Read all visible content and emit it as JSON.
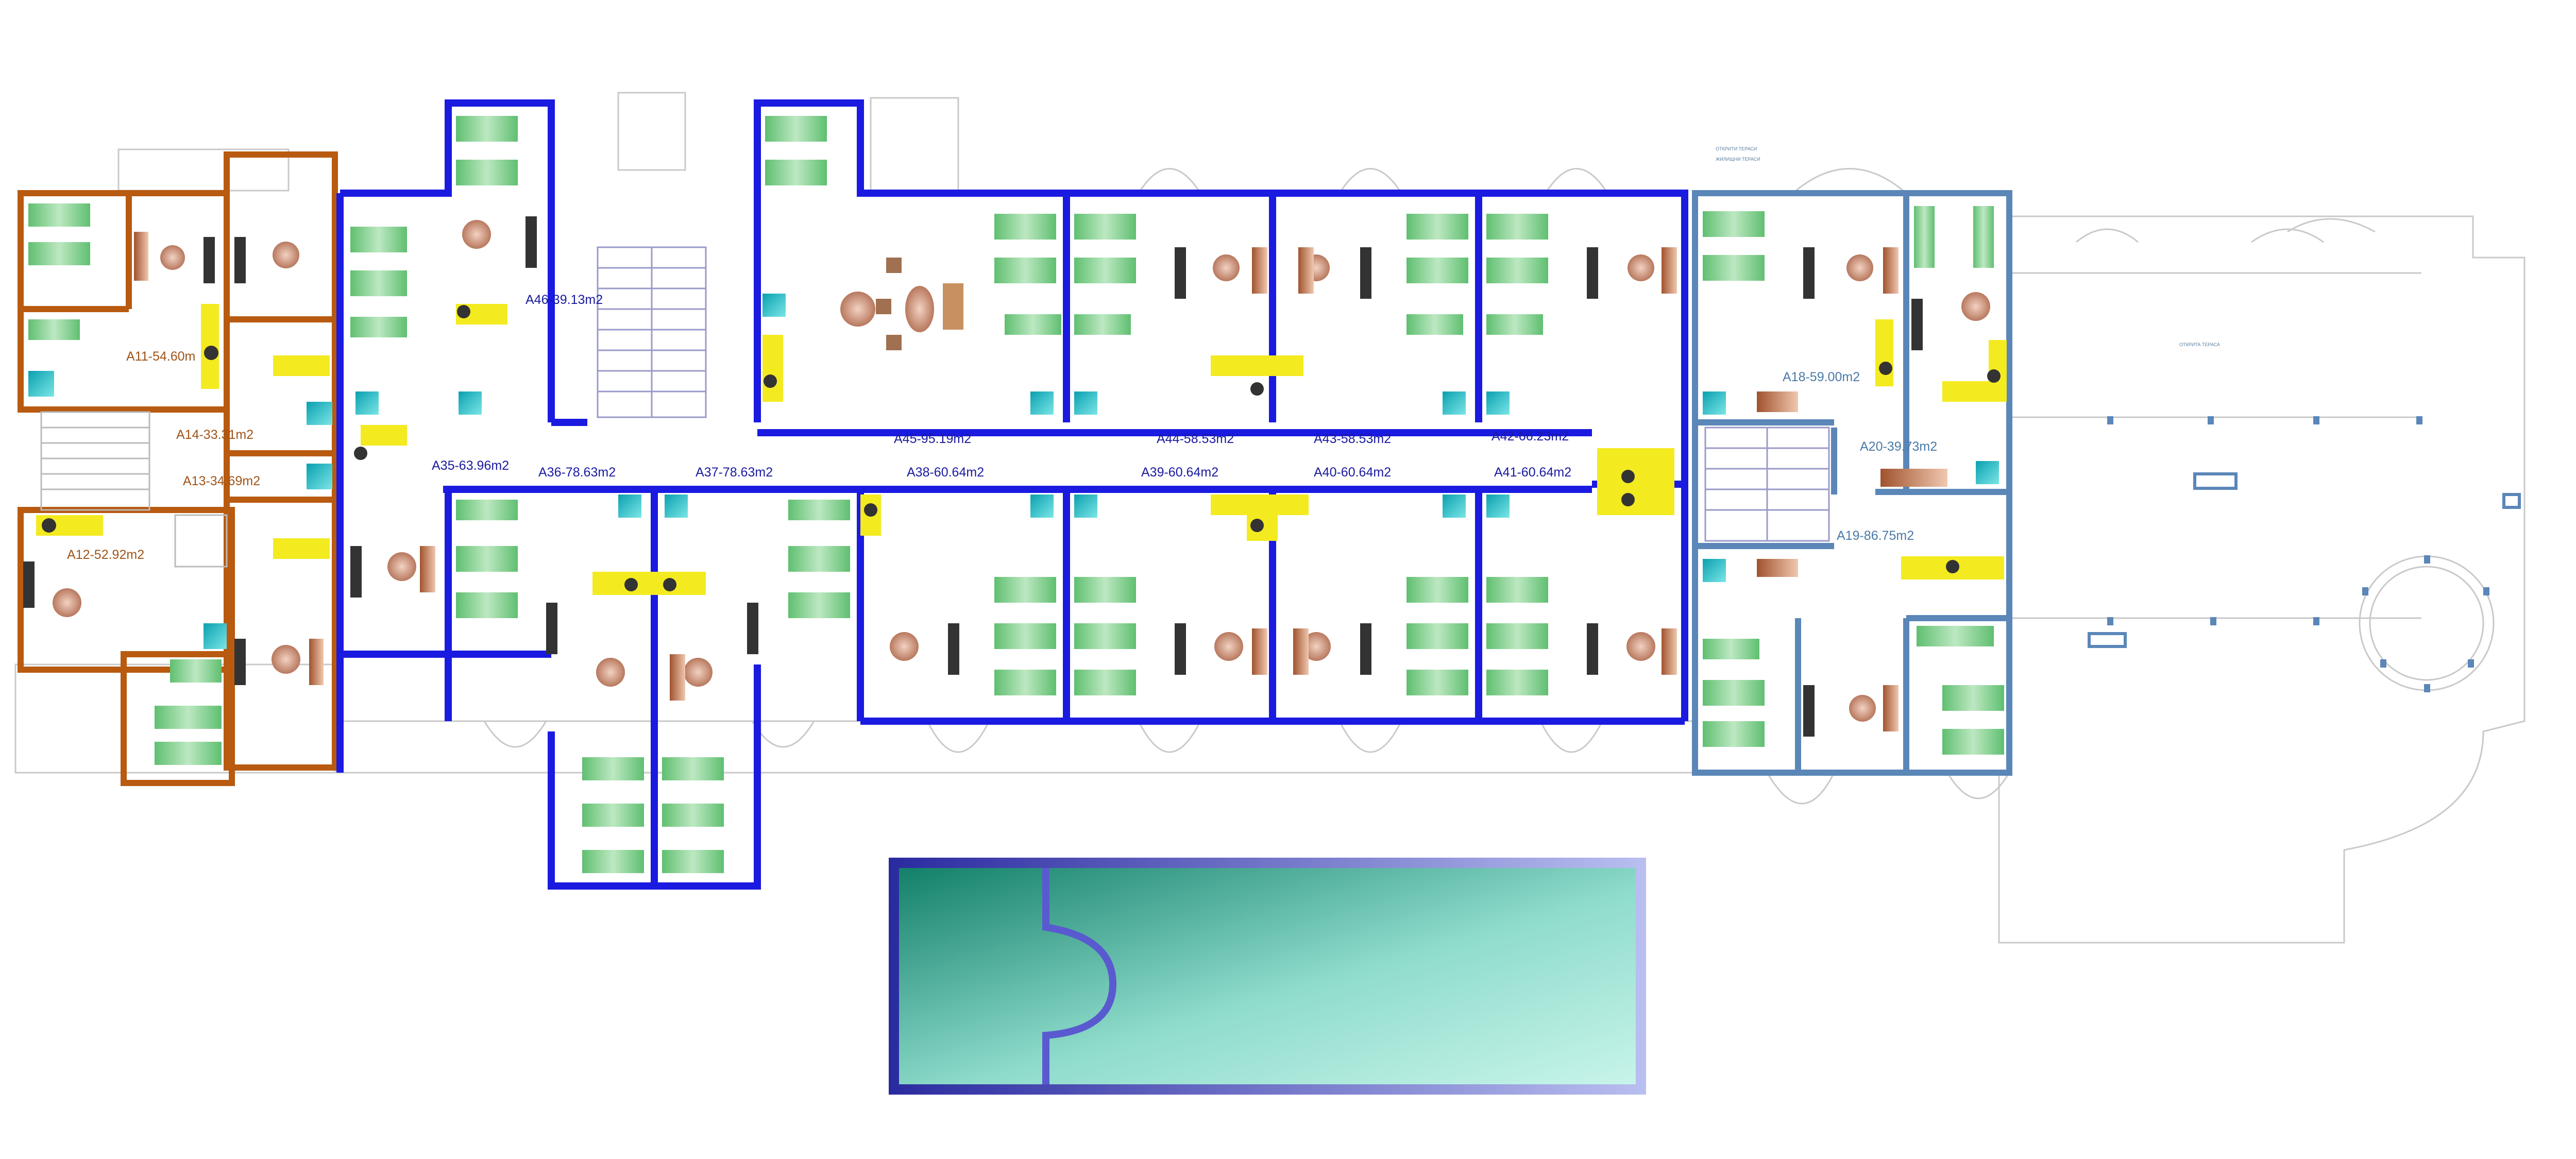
{
  "colors": {
    "orange_wall": "#b85a10",
    "blue_wall": "#1a1ae0",
    "steel_wall": "#5b86b8",
    "orange_label": "#a0541a",
    "blue_label": "#1a1aa0",
    "steel_label": "#4a7aa8",
    "bed": "#7ccf8a",
    "bath": "#1fb5b5",
    "kitchen": "#f4ea20",
    "table": "#c88a70",
    "pool_dark": "#13806a",
    "pool_light": "#c4f2e6",
    "pool_edge": "#5a5ad0"
  },
  "units_left": [
    {
      "name": "A11-54.60m",
      "id": "a11"
    },
    {
      "name": "A14-33.31m2",
      "id": "a14"
    },
    {
      "name": "A13-34.69m2",
      "id": "a13"
    },
    {
      "name": "A12-52.92m2",
      "id": "a12"
    }
  ],
  "units_center": [
    {
      "name": "A46-39.13m2",
      "id": "a46"
    },
    {
      "name": "A45-95.19m2",
      "id": "a45"
    },
    {
      "name": "A44-58.53m2",
      "id": "a44"
    },
    {
      "name": "A43-58.53m2",
      "id": "a43"
    },
    {
      "name": "A42-66.23m2",
      "id": "a42"
    },
    {
      "name": "A35-63.96m2",
      "id": "a35"
    },
    {
      "name": "A36-78.63m2",
      "id": "a36"
    },
    {
      "name": "A37-78.63m2",
      "id": "a37"
    },
    {
      "name": "A38-60.64m2",
      "id": "a38"
    },
    {
      "name": "A39-60.64m2",
      "id": "a39"
    },
    {
      "name": "A40-60.64m2",
      "id": "a40"
    },
    {
      "name": "A41-60.64m2",
      "id": "a41"
    }
  ],
  "units_right": [
    {
      "name": "A18-59.00m2",
      "id": "a18"
    },
    {
      "name": "A20-39.73m2",
      "id": "a20"
    },
    {
      "name": "A19-86.75m2",
      "id": "a19"
    }
  ],
  "notes": {
    "top_small_1": "ОТКРИТИ ТЕРАСИ",
    "top_small_2": "ЖИЛИЩНИ ТЕРАСИ",
    "terrace_label": "ОТКРИТА ТЕРАСА"
  }
}
